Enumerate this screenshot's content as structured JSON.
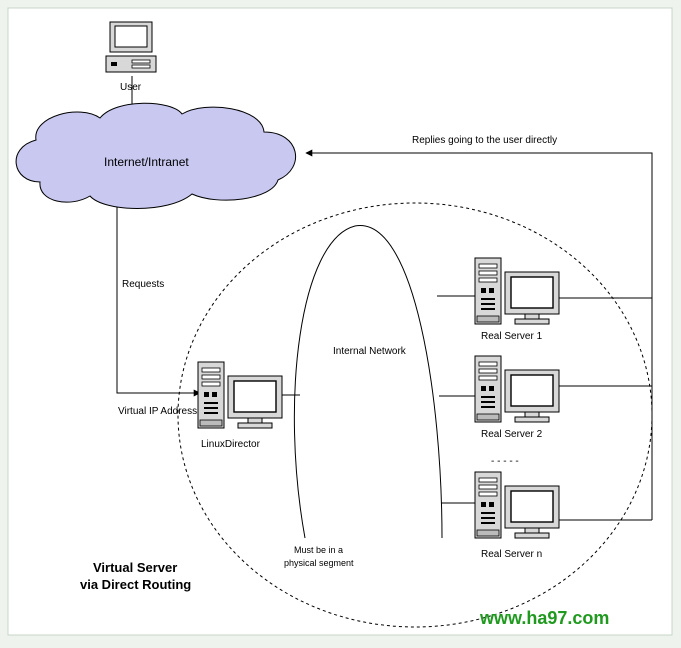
{
  "user": {
    "label": "User"
  },
  "cloud": {
    "label": "Internet/Intranet",
    "fill": "#c8c8f0"
  },
  "replies": {
    "label": "Replies going to the user directly"
  },
  "requests": {
    "label": "Requests"
  },
  "vip": {
    "label": "Virtual IP Address"
  },
  "director": {
    "label": "LinuxDirector"
  },
  "internal_network": {
    "label": "Internal Network"
  },
  "segment_note": {
    "line1": "Must be in a",
    "line2": "physical segment"
  },
  "servers": [
    {
      "label": "Real Server 1"
    },
    {
      "label": "Real Server 2"
    },
    {
      "label": "Real Server n"
    }
  ],
  "ellipsis": "- - - - -",
  "title": {
    "line1": "Virtual Server",
    "line2": "via Direct Routing"
  },
  "watermark": "www.ha97.com",
  "colors": {
    "background": "#ffffff",
    "page": "#eef3ee",
    "watermark": "#1f9a1f"
  }
}
